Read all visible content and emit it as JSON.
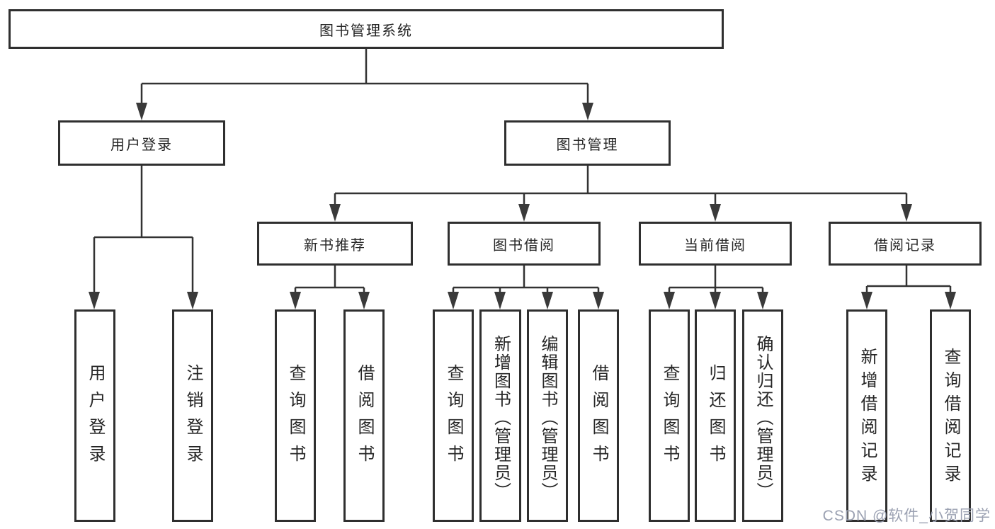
{
  "diagram_type": "hierarchy-tree",
  "title": "图书管理系统",
  "watermark": "CSDN @软件_小贺同学",
  "colors": {
    "background": "#ffffff",
    "line": "#333333",
    "box_border": "#2f2f2f",
    "text": "#262626",
    "watermark": "#9ba1b2"
  },
  "tree": {
    "label": "图书管理系统",
    "children": [
      {
        "label": "用户登录",
        "children": [
          {
            "label": "用户登录"
          },
          {
            "label": "注销登录"
          }
        ]
      },
      {
        "label": "图书管理",
        "children": [
          {
            "label": "新书推荐",
            "children": [
              {
                "label": "查询图书"
              },
              {
                "label": "借阅图书"
              }
            ]
          },
          {
            "label": "图书借阅",
            "children": [
              {
                "label": "查询图书"
              },
              {
                "label": "新增图书（管理员）"
              },
              {
                "label": "编辑图书（管理员）"
              },
              {
                "label": "借阅图书"
              }
            ]
          },
          {
            "label": "当前借阅",
            "children": [
              {
                "label": "查询图书"
              },
              {
                "label": "归还图书"
              },
              {
                "label": "确认归还（管理员）"
              }
            ]
          },
          {
            "label": "借阅记录",
            "children": [
              {
                "label": "新增借阅记录"
              },
              {
                "label": "查询借阅记录"
              }
            ]
          }
        ]
      }
    ]
  }
}
